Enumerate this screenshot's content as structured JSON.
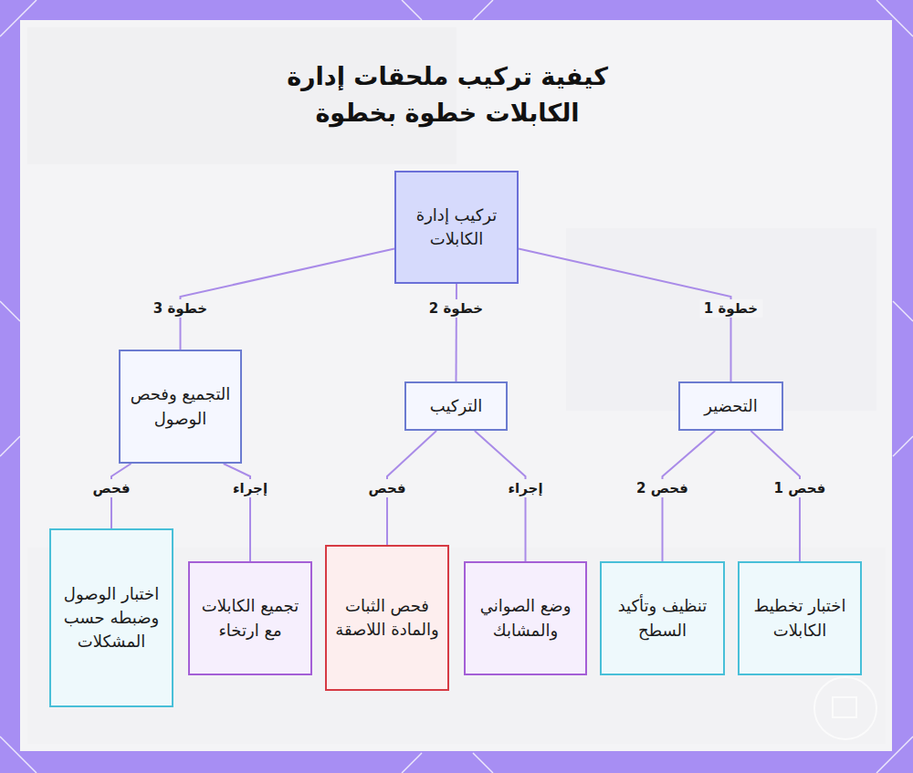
{
  "diagram": {
    "title": "كيفية تركيب ملحقات إدارة الكابلات خطوة بخطوة",
    "nodes": [
      {
        "text": [
          "تركيب إدارة الكابلات"
        ]
      },
      {
        "text": [
          "التحضير"
        ]
      },
      {
        "text": [
          "التركيب"
        ]
      },
      {
        "text": [
          "التجميع وفحص الوصول"
        ]
      },
      {
        "text": [
          "اختبار تخطيط الكابلات"
        ]
      },
      {
        "text": [
          "تنظيف وتأكيد السطح"
        ]
      },
      {
        "text": [
          "وضع الصواني والمشابك"
        ]
      },
      {
        "text": [
          "فحص الثبات والمادة اللاصقة"
        ]
      },
      {
        "text": [
          "تجميع الكابلات مع ارتخاء"
        ]
      },
      {
        "text": [
          "اختبار الوصول وضبطه حسب المشكلات"
        ]
      }
    ],
    "edges": [
      {
        "from": 0,
        "to": 1,
        "label": "خطوة 1",
        "arrow": "none"
      },
      {
        "from": 0,
        "to": 2,
        "label": "خطوة 2",
        "arrow": "none"
      },
      {
        "from": 0,
        "to": 3,
        "label": "خطوة 3",
        "arrow": "none"
      },
      {
        "from": 1,
        "to": 4,
        "label": "فحص 1",
        "arrow": "none"
      },
      {
        "from": 1,
        "to": 5,
        "label": "فحص 2",
        "arrow": "none"
      },
      {
        "from": 2,
        "to": 6,
        "label": "إجراء",
        "arrow": "none"
      },
      {
        "from": 2,
        "to": 7,
        "label": "فحص",
        "arrow": "none"
      },
      {
        "from": 3,
        "to": 8,
        "label": "إجراء",
        "arrow": "none"
      },
      {
        "from": 3,
        "to": 9,
        "label": "فحص",
        "arrow": "none"
      }
    ]
  }
}
